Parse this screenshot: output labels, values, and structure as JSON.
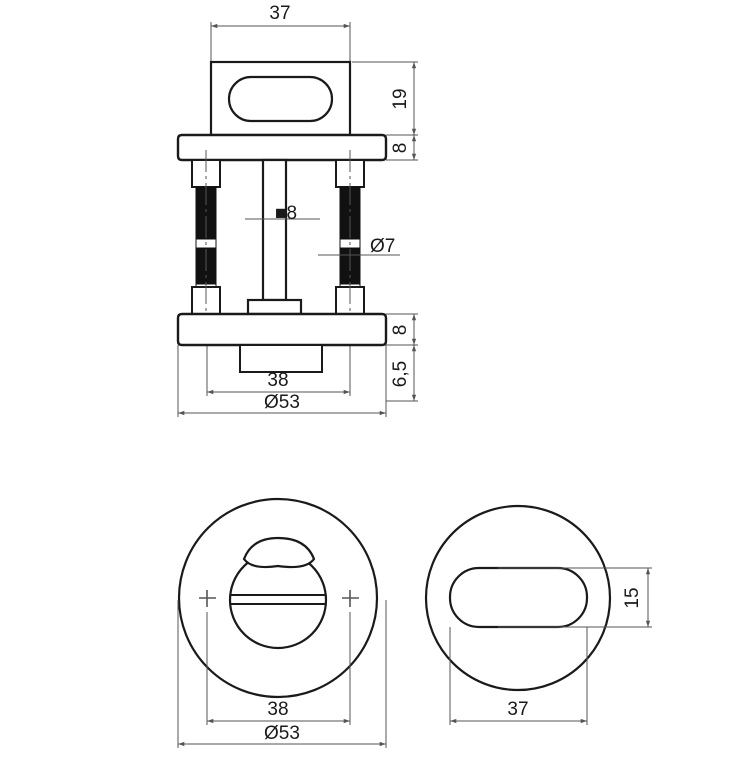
{
  "drawing": {
    "title": "Rosette / WC turn-and-release set technical drawing",
    "line_color": "#1a1a1a",
    "dimension_line_color": "#555555",
    "thread_fill": "#111111",
    "background": "#ffffff"
  },
  "views": {
    "section": {
      "name": "front-section-view",
      "dimensions": {
        "top_width": "37",
        "knob_height": "19",
        "top_rose_thickness": "8",
        "bottom_rose_thickness": "8",
        "spindle_size": "■8",
        "screw_diameter": "Ø7",
        "screw_spacing": "38",
        "rose_diameter": "Ø53",
        "projection_depth": "6,5"
      }
    },
    "plan_left": {
      "name": "turn-knob-face-view",
      "dimensions": {
        "hole_spacing": "38",
        "rose_diameter": "Ø53"
      }
    },
    "plan_right": {
      "name": "release-face-view",
      "dimensions": {
        "slot_width": "37",
        "slot_height": "15"
      }
    }
  },
  "labels": {
    "d37_top": "37",
    "d19": "19",
    "d8_top": "8",
    "d_square8": "■8",
    "d_dia7": "Ø7",
    "d8_bottom": "8",
    "d65": "6,5",
    "d38_section": "38",
    "d_dia53_section": "Ø53",
    "d38_plan": "38",
    "d_dia53_plan": "Ø53",
    "d37_plan": "37",
    "d15_plan": "15"
  }
}
